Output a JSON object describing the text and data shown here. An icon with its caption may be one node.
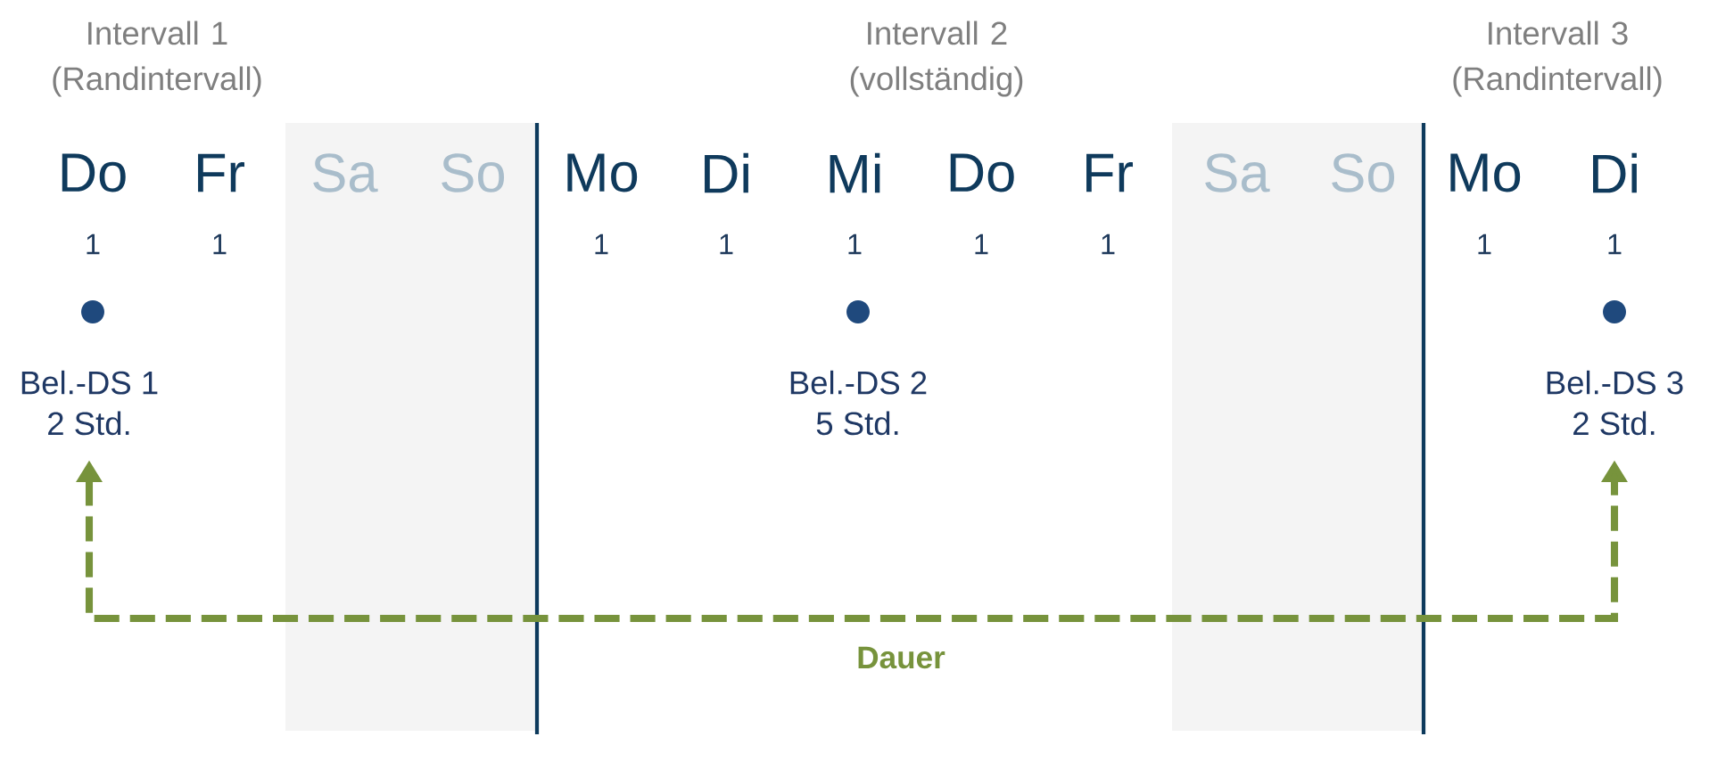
{
  "diagram": {
    "nodes": [
      {
        "text": [
          "Bel.-DS 1",
          "2 Std."
        ]
      },
      {
        "text": [
          "Bel.-DS 2",
          "5 Std."
        ]
      },
      {
        "text": [
          "Bel.-DS 3",
          "2 Std."
        ]
      }
    ],
    "edges": [
      {
        "from": 0,
        "to": 2,
        "arrow": "both",
        "label": "Dauer",
        "style": "dashed",
        "color": "#77933c"
      }
    ],
    "labels": [
      "Intervall 1 (Randintervall)",
      "Intervall 2 (vollständig)",
      "Intervall 3 (Randintervall)",
      "Do",
      "Fr",
      "Sa",
      "So",
      "Mo",
      "Di",
      "Mi",
      "Do",
      "Fr",
      "Sa",
      "So",
      "Mo",
      "Di",
      "1",
      "1",
      "1",
      "1",
      "1",
      "1",
      "1",
      "1",
      "1"
    ]
  }
}
